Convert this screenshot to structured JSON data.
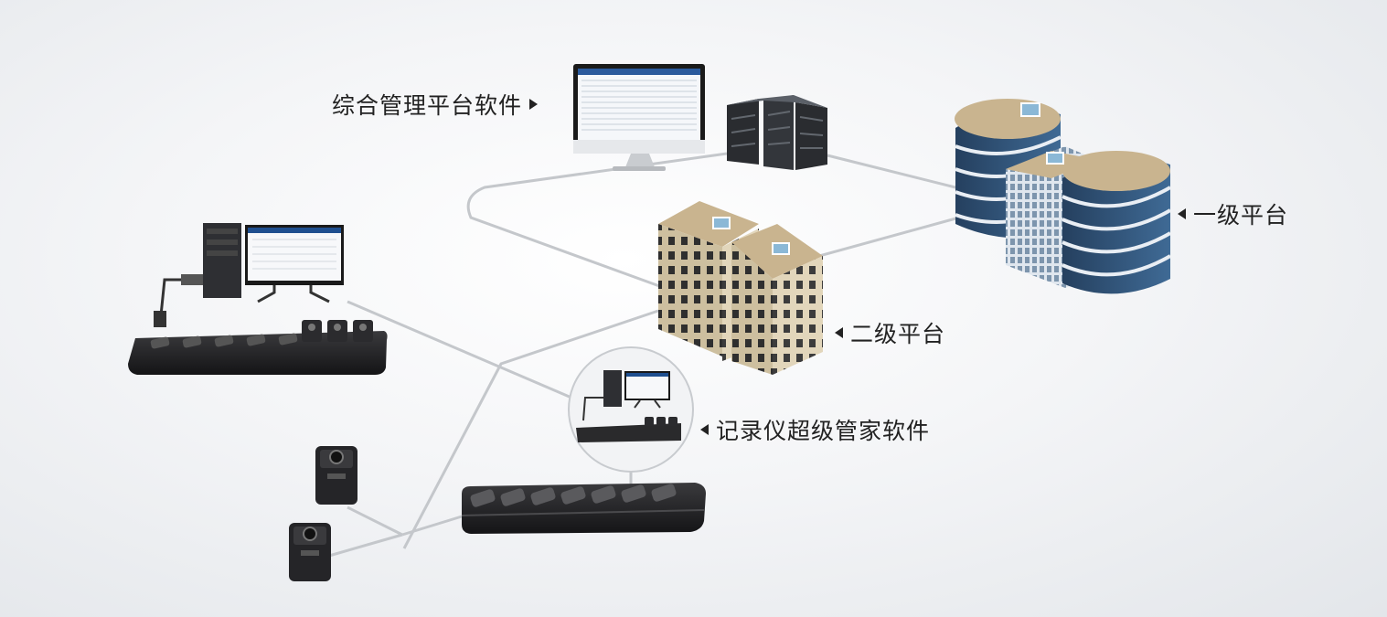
{
  "labels": {
    "management_software": "综合管理平台软件",
    "level1_platform": "一级平台",
    "level2_platform": "二级平台",
    "recorder_software": "记录仪超级管家软件"
  },
  "icons": [
    "monitor-icon",
    "server-rack-icon",
    "office-tower-icon",
    "apartment-building-icon",
    "desktop-pc-icon",
    "docking-station-icon",
    "body-camera-icon"
  ],
  "colors": {
    "line": "#c4c7cb",
    "tower_blue": "#2f4e72",
    "tower_roof": "#c9b48f",
    "building_wall": "#d9ccae",
    "dock": "#2a2a2c"
  }
}
